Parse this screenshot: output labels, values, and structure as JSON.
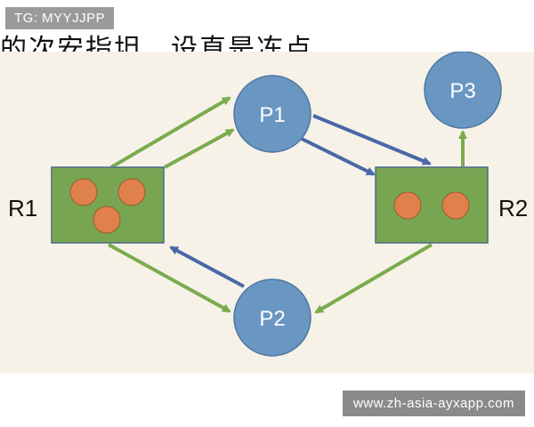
{
  "badge": {
    "text": "TG: MYYJJPP"
  },
  "header": {
    "partial_text": "的次安指坦，设直是冻点"
  },
  "diagram": {
    "processes": [
      {
        "id": "P1",
        "label": "P1"
      },
      {
        "id": "P2",
        "label": "P2"
      },
      {
        "id": "P3",
        "label": "P3"
      }
    ],
    "resources": [
      {
        "id": "R1",
        "label": "R1",
        "instances": 3
      },
      {
        "id": "R2",
        "label": "R2",
        "instances": 2
      }
    ],
    "edges": [
      {
        "from": "R1",
        "to": "P1",
        "kind": "assignment",
        "color": "#7aab4e"
      },
      {
        "from": "R1",
        "to": "P1",
        "kind": "assignment",
        "color": "#7aab4e"
      },
      {
        "from": "R1",
        "to": "P2",
        "kind": "assignment",
        "color": "#7aab4e"
      },
      {
        "from": "P2",
        "to": "R1",
        "kind": "request",
        "color": "#4a68a8"
      },
      {
        "from": "P1",
        "to": "R2",
        "kind": "request",
        "color": "#4a68a8"
      },
      {
        "from": "P1",
        "to": "R2",
        "kind": "request",
        "color": "#4a68a8"
      },
      {
        "from": "R2",
        "to": "P2",
        "kind": "assignment",
        "color": "#7aab4e"
      },
      {
        "from": "R2",
        "to": "P3",
        "kind": "assignment",
        "color": "#7aab4e"
      }
    ],
    "colors": {
      "process_fill": "#6a96c2",
      "process_stroke": "#4f77a3",
      "resource_fill": "#78a552",
      "resource_stroke": "#4d6a86",
      "instance_fill": "#e0804a",
      "instance_stroke": "#9a5a30"
    }
  },
  "watermark": {
    "text": "www.zh-asia-ayxapp.com"
  },
  "faint_credit": {
    "text": ""
  }
}
